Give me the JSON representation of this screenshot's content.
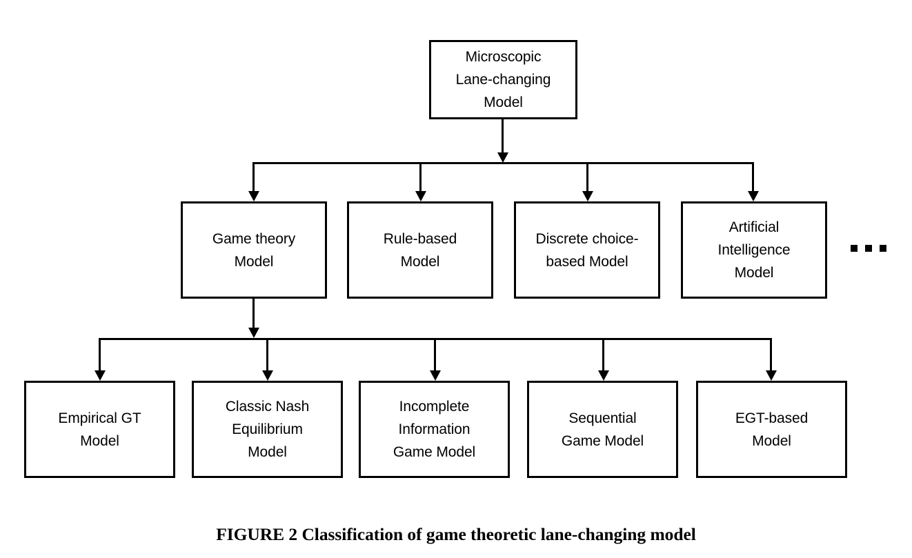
{
  "figure": {
    "caption": "FIGURE 2 Classification of game theoretic lane-changing model",
    "ellipsis_marker": "▪ ▪ ▪"
  },
  "chart_data": {
    "type": "diagram",
    "diagram_type": "tree-hierarchy",
    "title": "FIGURE 2 Classification of game theoretic lane-changing model",
    "orientation": "top-down",
    "levels": 3,
    "root": {
      "id": "root",
      "label": "Microscopic\nLane-changing\nModel"
    },
    "level2": [
      {
        "id": "game-theory-model",
        "label": "Game theory\nModel",
        "has_children": true
      },
      {
        "id": "rule-based-model",
        "label": "Rule-based\nModel",
        "has_children": false
      },
      {
        "id": "discrete-choice-based-model",
        "label": "Discrete choice-\nbased Model",
        "has_children": false
      },
      {
        "id": "artificial-intelligence-model",
        "label": "Artificial\nIntelligence\nModel",
        "has_children": false
      }
    ],
    "level2_overflow": "▪ ▪ ▪",
    "level3": [
      {
        "id": "empirical-gt-model",
        "label": "Empirical GT\nModel",
        "parent": "game-theory-model"
      },
      {
        "id": "classic-nash-equilibrium-model",
        "label": "Classic Nash\nEquilibrium\nModel",
        "parent": "game-theory-model"
      },
      {
        "id": "incomplete-information-game-model",
        "label": "Incomplete\nInformation\nGame Model",
        "parent": "game-theory-model"
      },
      {
        "id": "sequential-game-model",
        "label": "Sequential\nGame Model",
        "parent": "game-theory-model"
      },
      {
        "id": "egt-based-model",
        "label": "EGT-based\nModel",
        "parent": "game-theory-model"
      }
    ],
    "edges": [
      {
        "from": "root",
        "to": "game-theory-model"
      },
      {
        "from": "root",
        "to": "rule-based-model"
      },
      {
        "from": "root",
        "to": "discrete-choice-based-model"
      },
      {
        "from": "root",
        "to": "artificial-intelligence-model"
      },
      {
        "from": "game-theory-model",
        "to": "empirical-gt-model"
      },
      {
        "from": "game-theory-model",
        "to": "classic-nash-equilibrium-model"
      },
      {
        "from": "game-theory-model",
        "to": "incomplete-information-game-model"
      },
      {
        "from": "game-theory-model",
        "to": "sequential-game-model"
      },
      {
        "from": "game-theory-model",
        "to": "egt-based-model"
      }
    ],
    "colors": {
      "background": "#ffffff",
      "node_fill": "#ffffff",
      "node_border": "#000000",
      "edge": "#000000",
      "text": "#000000"
    }
  }
}
